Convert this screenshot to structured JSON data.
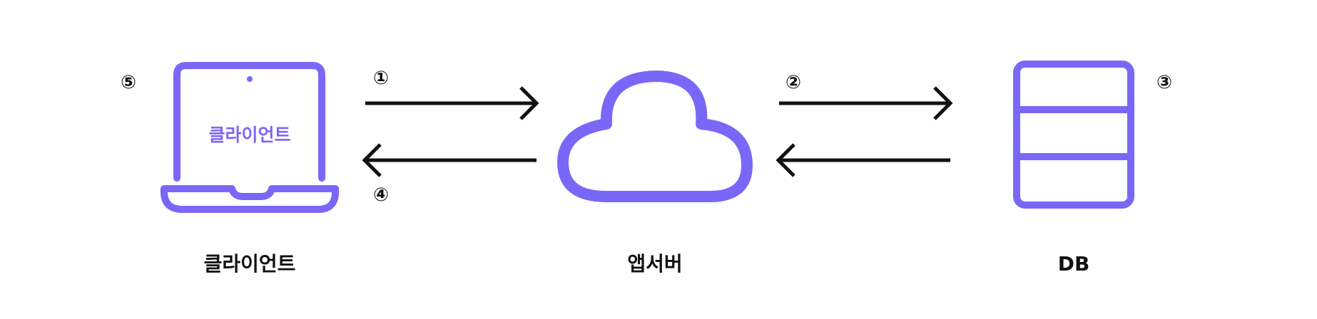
{
  "nodes": {
    "client": {
      "label": "클라이언트",
      "screen_text": "클라이언트",
      "icon": "laptop-icon"
    },
    "app_server": {
      "label": "앱서버",
      "icon": "cloud-icon"
    },
    "db": {
      "label": "DB",
      "icon": "database-icon"
    }
  },
  "steps": {
    "s1": "①",
    "s2": "②",
    "s3": "③",
    "s4": "④",
    "s5": "⑤"
  },
  "colors": {
    "accent": "#7B67F7",
    "arrow": "#111111",
    "text": "#111111",
    "background": "#FFFFFF"
  }
}
